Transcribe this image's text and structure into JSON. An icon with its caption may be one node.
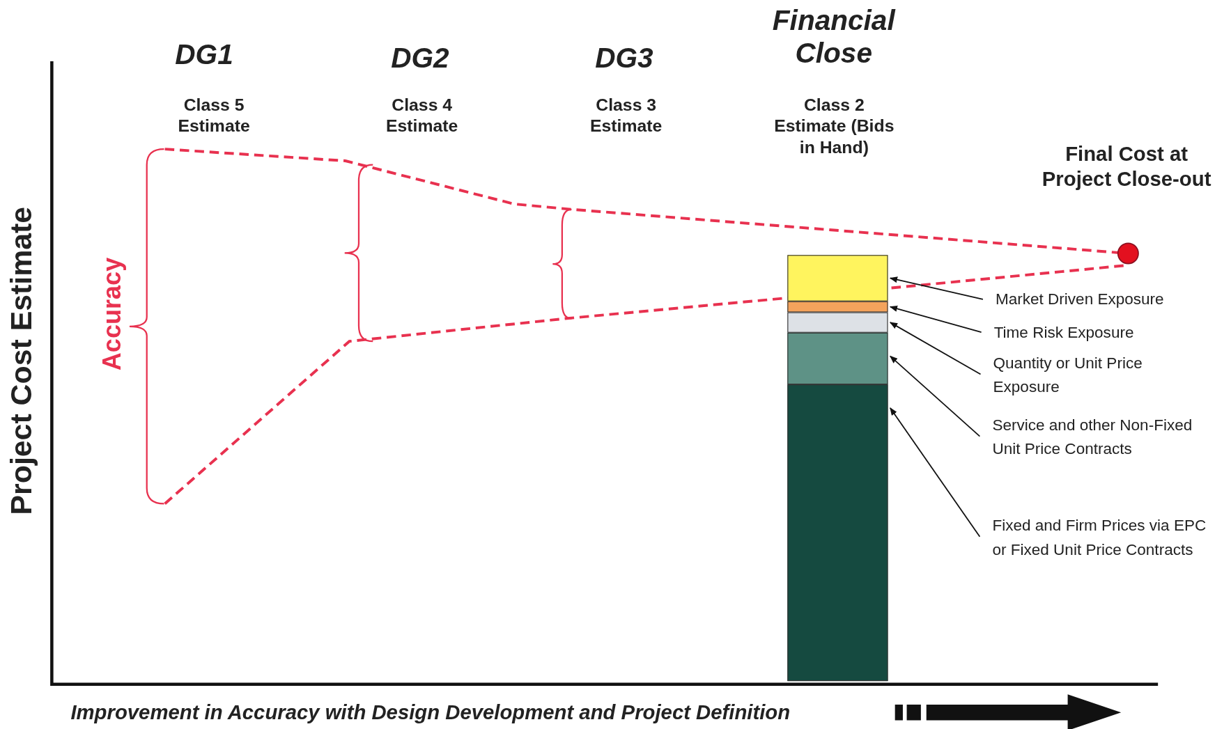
{
  "diagram": {
    "nodes": [
      {
        "text": [],
        "shape": "bar"
      },
      {
        "text": [],
        "shape": "bar"
      },
      {
        "text": [],
        "shape": "bar"
      },
      {
        "text": [],
        "shape": "bar"
      },
      {
        "text": [],
        "shape": "bar"
      },
      {
        "text": [
          "Market Driven Exposure"
        ]
      },
      {
        "text": [
          "Time Risk Exposure"
        ]
      },
      {
        "text": [
          "Quantity or Unit Price Exposure"
        ]
      },
      {
        "text": [
          "Service and other Non-Fixed Unit Price Contracts"
        ]
      },
      {
        "text": [
          "Fixed and Firm Prices via EPC or Fixed Unit Price Contracts"
        ]
      }
    ],
    "edges": [
      {
        "from": 5,
        "to": 0,
        "arrow": "to"
      },
      {
        "from": 6,
        "to": 1,
        "arrow": "to"
      },
      {
        "from": 7,
        "to": 2,
        "arrow": "to"
      },
      {
        "from": 8,
        "to": 3,
        "arrow": "to"
      },
      {
        "from": 9,
        "to": 4,
        "arrow": "to"
      }
    ],
    "labels": [
      "Financial Close",
      "DG1",
      "DG2",
      "DG3",
      "Class 5 Estimate",
      "Class 4 Estimate",
      "Class 3 Estimate",
      "Class 2 Estimate (Bids in Hand)",
      "Final Cost at Project Close-out",
      "Accuracy",
      "Project Cost Estimate",
      "Improvement in Accuracy with Design Development and Project Definition"
    ]
  }
}
